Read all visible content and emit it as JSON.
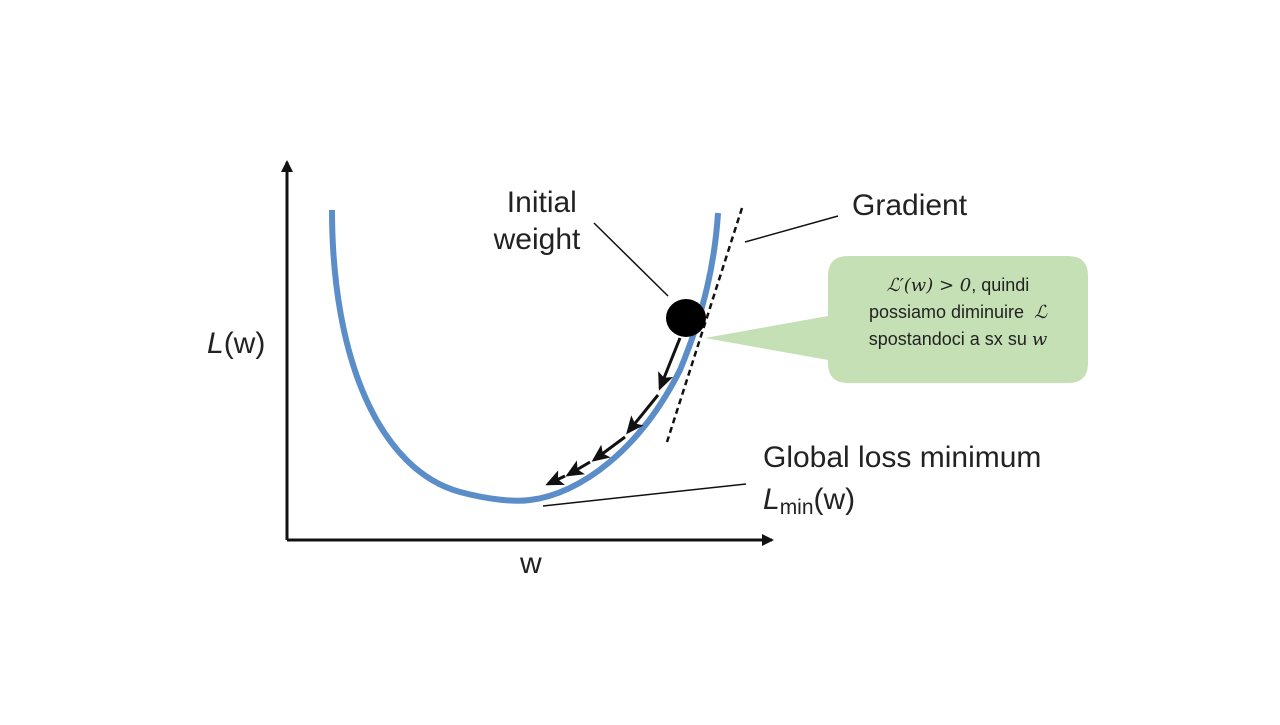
{
  "colors": {
    "curve": "#5b8dc9",
    "callout_fill": "#c5e0b4",
    "ink": "#111111",
    "text": "#222222"
  },
  "axes": {
    "y_label_italic": "L",
    "y_label_rest": "(w)",
    "x_label": "w"
  },
  "labels": {
    "initial_weight_line1": "Initial",
    "initial_weight_line2": "weight",
    "gradient": "Gradient",
    "global_min": "Global loss minimum",
    "lmin_L": "L",
    "lmin_sub": "min",
    "lmin_rest": "(w)"
  },
  "callout": {
    "math_lhs": "ℒ′(w) > 0",
    "line1_rest": ", quindi",
    "line2_text": "possiamo diminuire",
    "line2_math": "ℒ",
    "line3_text": "spostandoci a sx su",
    "line3_math": "w"
  },
  "icons": {
    "weight_point": "filled-circle",
    "descent_arrows": "arrow-heads"
  }
}
